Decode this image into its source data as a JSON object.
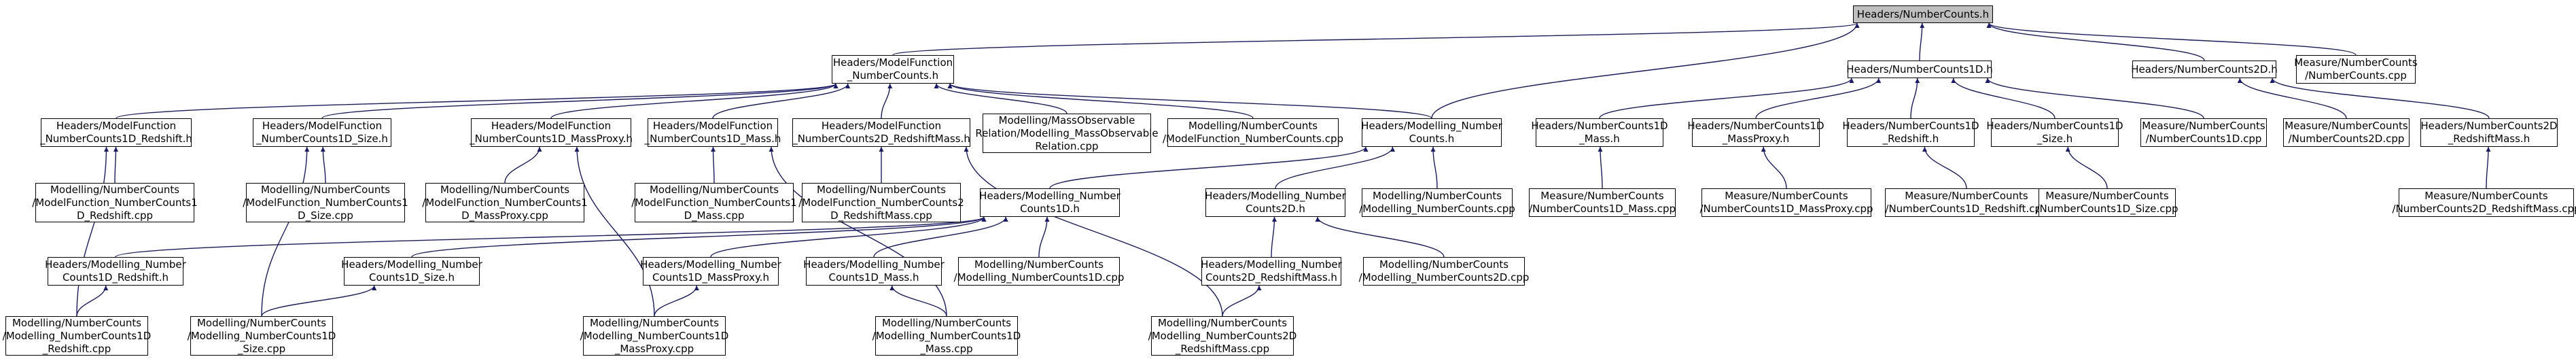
{
  "colors": {
    "edge": "#191970",
    "node_border": "#000000",
    "node_fill": "#ffffff",
    "root_fill": "#bfbfbf"
  },
  "nodes": {
    "root": {
      "lines": [
        "Headers/NumberCounts.h"
      ]
    },
    "mfnc": {
      "lines": [
        "Headers/ModelFunction",
        "_NumberCounts.h"
      ]
    },
    "nc1d": {
      "lines": [
        "Headers/NumberCounts1D.h"
      ]
    },
    "nc2d": {
      "lines": [
        "Headers/NumberCounts2D.h"
      ]
    },
    "measnc": {
      "lines": [
        "Measure/NumberCounts",
        "/NumberCounts.cpp"
      ]
    },
    "mf1drs": {
      "lines": [
        "Headers/ModelFunction",
        "_NumberCounts1D_Redshift.h"
      ]
    },
    "mf1dsz": {
      "lines": [
        "Headers/ModelFunction",
        "_NumberCounts1D_Size.h"
      ]
    },
    "mf1dmp": {
      "lines": [
        "Headers/ModelFunction",
        "_NumberCounts1D_MassProxy.h"
      ]
    },
    "mf1dm": {
      "lines": [
        "Headers/ModelFunction",
        "_NumberCounts1D_Mass.h"
      ]
    },
    "mf2drm": {
      "lines": [
        "Headers/ModelFunction",
        "_NumberCounts2D_RedshiftMass.h"
      ]
    },
    "mmo": {
      "lines": [
        "Modelling/MassObservable",
        "Relation/Modelling_MassObservable",
        "Relation.cpp"
      ]
    },
    "mfnccpp": {
      "lines": [
        "Modelling/NumberCounts",
        "/ModelFunction_NumberCounts.cpp"
      ]
    },
    "hmnc": {
      "lines": [
        "Headers/Modelling_Number",
        "Counts.h"
      ]
    },
    "h1dm": {
      "lines": [
        "Headers/NumberCounts1D",
        "_Mass.h"
      ]
    },
    "h1dmp": {
      "lines": [
        "Headers/NumberCounts1D",
        "_MassProxy.h"
      ]
    },
    "h1drs": {
      "lines": [
        "Headers/NumberCounts1D",
        "_Redshift.h"
      ]
    },
    "h1dsz": {
      "lines": [
        "Headers/NumberCounts1D",
        "_Size.h"
      ]
    },
    "m1dcpp": {
      "lines": [
        "Measure/NumberCounts",
        "/NumberCounts1D.cpp"
      ]
    },
    "m2dcpp": {
      "lines": [
        "Measure/NumberCounts",
        "/NumberCounts2D.cpp"
      ]
    },
    "h2drm": {
      "lines": [
        "Headers/NumberCounts2D",
        "_RedshiftMass.h"
      ]
    },
    "cmf1drs": {
      "lines": [
        "Modelling/NumberCounts",
        "/ModelFunction_NumberCounts1",
        "D_Redshift.cpp"
      ]
    },
    "cmf1dsz": {
      "lines": [
        "Modelling/NumberCounts",
        "/ModelFunction_NumberCounts1",
        "D_Size.cpp"
      ]
    },
    "cmf1dmp": {
      "lines": [
        "Modelling/NumberCounts",
        "/ModelFunction_NumberCounts1",
        "D_MassProxy.cpp"
      ]
    },
    "cmf1dm": {
      "lines": [
        "Modelling/NumberCounts",
        "/ModelFunction_NumberCounts1",
        "D_Mass.cpp"
      ]
    },
    "cmf2drm": {
      "lines": [
        "Modelling/NumberCounts",
        "/ModelFunction_NumberCounts2",
        "D_RedshiftMass.cpp"
      ]
    },
    "hmnc1d": {
      "lines": [
        "Headers/Modelling_Number",
        "Counts1D.h"
      ]
    },
    "hmnc2d": {
      "lines": [
        "Headers/Modelling_Number",
        "Counts2D.h"
      ]
    },
    "cmnc": {
      "lines": [
        "Modelling/NumberCounts",
        "/Modelling_NumberCounts.cpp"
      ]
    },
    "c1dm": {
      "lines": [
        "Measure/NumberCounts",
        "/NumberCounts1D_Mass.cpp"
      ]
    },
    "c1dmp": {
      "lines": [
        "Measure/NumberCounts",
        "/NumberCounts1D_MassProxy.cpp"
      ]
    },
    "c1drs": {
      "lines": [
        "Measure/NumberCounts",
        "/NumberCounts1D_Redshift.cpp"
      ]
    },
    "c1dsz": {
      "lines": [
        "Measure/NumberCounts",
        "/NumberCounts1D_Size.cpp"
      ]
    },
    "c2drm": {
      "lines": [
        "Measure/NumberCounts",
        "/NumberCounts2D_RedshiftMass.cpp"
      ]
    },
    "hmnc1drs": {
      "lines": [
        "Headers/Modelling_Number",
        "Counts1D_Redshift.h"
      ]
    },
    "hmnc1dsz": {
      "lines": [
        "Headers/Modelling_Number",
        "Counts1D_Size.h"
      ]
    },
    "hmnc1dmp": {
      "lines": [
        "Headers/Modelling_Number",
        "Counts1D_MassProxy.h"
      ]
    },
    "hmnc1dm": {
      "lines": [
        "Headers/Modelling_Number",
        "Counts1D_Mass.h"
      ]
    },
    "cmnc1d": {
      "lines": [
        "Modelling/NumberCounts",
        "/Modelling_NumberCounts1D.cpp"
      ]
    },
    "hmnc2drm": {
      "lines": [
        "Headers/Modelling_Number",
        "Counts2D_RedshiftMass.h"
      ]
    },
    "cmnc2d": {
      "lines": [
        "Modelling/NumberCounts",
        "/Modelling_NumberCounts2D.cpp"
      ]
    },
    "cmnc1drs": {
      "lines": [
        "Modelling/NumberCounts",
        "/Modelling_NumberCounts1D",
        "_Redshift.cpp"
      ]
    },
    "cmnc1dsz": {
      "lines": [
        "Modelling/NumberCounts",
        "/Modelling_NumberCounts1D",
        "_Size.cpp"
      ]
    },
    "cmnc1dmp": {
      "lines": [
        "Modelling/NumberCounts",
        "/Modelling_NumberCounts1D",
        "_MassProxy.cpp"
      ]
    },
    "cmnc1dm": {
      "lines": [
        "Modelling/NumberCounts",
        "/Modelling_NumberCounts1D",
        "_Mass.cpp"
      ]
    },
    "cmnc2drm": {
      "lines": [
        "Modelling/NumberCounts",
        "/Modelling_NumberCounts2D",
        "_RedshiftMass.cpp"
      ]
    }
  },
  "edges": [
    [
      "mfnc",
      "root"
    ],
    [
      "nc1d",
      "root"
    ],
    [
      "nc2d",
      "root"
    ],
    [
      "measnc",
      "root"
    ],
    [
      "hmnc",
      "root"
    ],
    [
      "mf1drs",
      "mfnc"
    ],
    [
      "mf1dsz",
      "mfnc"
    ],
    [
      "mf1dmp",
      "mfnc"
    ],
    [
      "mf1dm",
      "mfnc"
    ],
    [
      "mf2drm",
      "mfnc"
    ],
    [
      "mmo",
      "mfnc"
    ],
    [
      "mfnccpp",
      "mfnc"
    ],
    [
      "hmnc",
      "mfnc"
    ],
    [
      "cmf1drs",
      "mf1drs"
    ],
    [
      "cmnc1drs",
      "mf1drs"
    ],
    [
      "cmf1dsz",
      "mf1dsz"
    ],
    [
      "cmnc1dsz",
      "mf1dsz"
    ],
    [
      "cmf1dmp",
      "mf1dmp"
    ],
    [
      "cmnc1dmp",
      "mf1dmp"
    ],
    [
      "cmf1dm",
      "mf1dm"
    ],
    [
      "cmnc1dm",
      "mf1dm"
    ],
    [
      "cmf2drm",
      "mf2drm"
    ],
    [
      "cmnc2drm",
      "mf2drm"
    ],
    [
      "hmnc1d",
      "hmnc"
    ],
    [
      "hmnc2d",
      "hmnc"
    ],
    [
      "cmnc",
      "hmnc"
    ],
    [
      "h1dm",
      "nc1d"
    ],
    [
      "h1dmp",
      "nc1d"
    ],
    [
      "h1drs",
      "nc1d"
    ],
    [
      "h1dsz",
      "nc1d"
    ],
    [
      "m1dcpp",
      "nc1d"
    ],
    [
      "m2dcpp",
      "nc2d"
    ],
    [
      "h2drm",
      "nc2d"
    ],
    [
      "c1dm",
      "h1dm"
    ],
    [
      "c1dmp",
      "h1dmp"
    ],
    [
      "c1drs",
      "h1drs"
    ],
    [
      "c1dsz",
      "h1dsz"
    ],
    [
      "c2drm",
      "h2drm"
    ],
    [
      "hmnc1drs",
      "hmnc1d"
    ],
    [
      "hmnc1dsz",
      "hmnc1d"
    ],
    [
      "hmnc1dmp",
      "hmnc1d"
    ],
    [
      "hmnc1dm",
      "hmnc1d"
    ],
    [
      "cmnc1d",
      "hmnc1d"
    ],
    [
      "hmnc2drm",
      "hmnc2d"
    ],
    [
      "cmnc2d",
      "hmnc2d"
    ],
    [
      "cmnc1drs",
      "hmnc1drs"
    ],
    [
      "cmnc1dsz",
      "hmnc1dsz"
    ],
    [
      "cmnc1dmp",
      "hmnc1dmp"
    ],
    [
      "cmnc1dm",
      "hmnc1dm"
    ],
    [
      "cmnc2drm",
      "hmnc2drm"
    ]
  ]
}
